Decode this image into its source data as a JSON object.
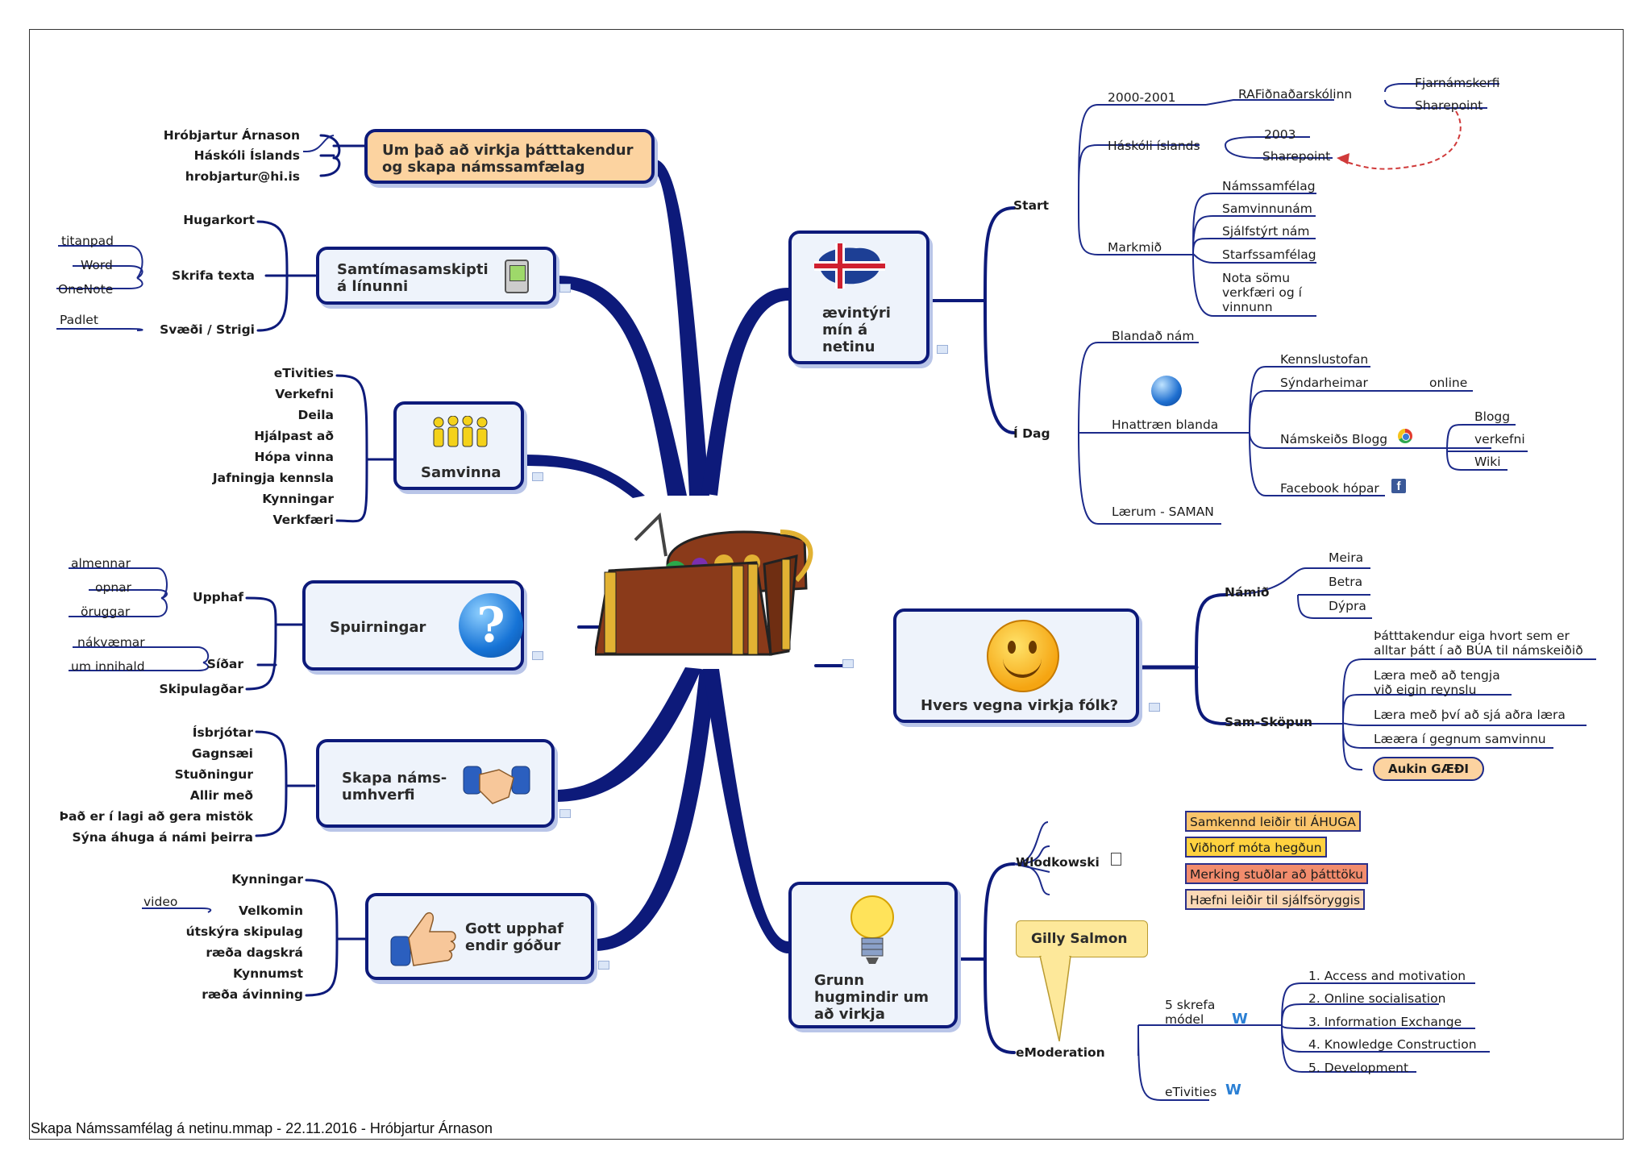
{
  "center": {
    "icon": "treasure-chest-icon"
  },
  "left": {
    "hrobjartur": {
      "title": "Um það að virkja þátttakendur\nog skapa námssamfælag",
      "items": [
        "Hróbjartur Árnason",
        "Háskóli Íslands",
        "hrobjartur@hi.is"
      ]
    },
    "samtima": {
      "title": "Samtímasamskipti\ná línunni",
      "icon": "pda-device-icon",
      "items": [
        "Hugarkort",
        "Skrifa texta",
        "Svæði / Strigi"
      ],
      "skrifa_sub": [
        "titanpad",
        "Word",
        "OneNote"
      ],
      "svaedi_sub": [
        "Padlet"
      ]
    },
    "samvinna": {
      "title": "Samvinna",
      "icon": "people-group-icon",
      "items": [
        "eTivities",
        "Verkefni",
        "Deila",
        "Hjálpast að",
        "Hópa vinna",
        "Jafningja kennsla",
        "Kynningar",
        "Verkfæri"
      ]
    },
    "spurningar": {
      "title": "Spuirningar",
      "icon": "question-mark-icon",
      "items": [
        "Upphaf",
        "Síðar",
        "Skipulagðar"
      ],
      "upphaf_sub": [
        "almennar",
        "opnar",
        "öruggar"
      ],
      "sidar_sub": [
        "nákvæmar",
        "um innihald"
      ]
    },
    "skapa": {
      "title": "Skapa náms-\numhverfi",
      "icon": "handshake-icon",
      "items": [
        "Ísbrjótar",
        "Gagnsæi",
        "Stuðningur",
        "Allir með",
        "Það er í lagi að gera mistök",
        "Sýna áhuga á námi þeirra"
      ]
    },
    "gott": {
      "title": "Gott upphaf\nendir góður",
      "icon": "thumbs-up-icon",
      "items": [
        "Kynningar",
        "Velkomin",
        "útskýra skipulag",
        "ræða dagskrá",
        "Kynnumst",
        "ræða ávinning"
      ],
      "velkomin_sub": [
        "video"
      ]
    }
  },
  "right": {
    "aevintyri": {
      "title": "ævintýri\nmín á\nnetinu",
      "icon": "iceland-flag-map-icon",
      "start": {
        "label": "Start",
        "y2000": "2000-2001",
        "rafidn": "RAFiðnaðarskólinn",
        "rafidn_sub": [
          "Fjarnámskerfi",
          "Sharepoint"
        ],
        "hi": "Háskóli íslands",
        "hi_sub": [
          "2003",
          "Sharepoint"
        ],
        "markmid": "Markmið",
        "markmid_sub": [
          "Námssamfélag",
          "Samvinnunám",
          "Sjálfstýrt nám",
          "Starfssamfélag",
          "Nota sömu\nverkfæri og  í\nvinnunn"
        ]
      },
      "idag": {
        "label": "Í Dag",
        "blandad": "Blandað nám",
        "hnattraen": "Hnattræn blanda",
        "hnattraen_sub": [
          "Kennslustofan",
          "Sýndarheimar",
          "Námskeiðs Blogg",
          "Facebook hópar"
        ],
        "online": "online",
        "blogg_sub": [
          "Blogg",
          "verkefni",
          "Wiki"
        ],
        "laerum": "Lærum - SAMAN"
      }
    },
    "hvers": {
      "title": "Hvers vegna virkja fólk?",
      "icon": "smiley-face-icon",
      "namid": "Námið",
      "namid_sub": [
        "Meira",
        "Betra",
        "Dýpra"
      ],
      "sam": "Sam-Sköpun",
      "sam_sub": [
        "Þátttakendur eiga hvort sem er\nalltar þátt í að BÚA til námskeiðið",
        "Læra með að tengja\nvið eigin reynslu",
        "Læra með því að sjá aðra læra",
        "Lææra í gegnum samvinnu"
      ],
      "aukin": "Aukin GÆÐI"
    },
    "grunn": {
      "title": "Grunn\nhugmindir um\nað virkja",
      "icon": "light-bulb-icon",
      "wlod": "Wlodkowski",
      "wlod_sub": [
        "Samkennd leiðir til ÁHUGA",
        "Viðhorf móta hegðun",
        "Merking stuðlar að þátttöku",
        "Hæfni leiðir til sjálfsöryggis"
      ],
      "gilly": "Gilly Salmon",
      "emod": "eModeration",
      "fimm": "5 skrefa\nmódel",
      "fimm_sub": [
        "1. Access and motivation",
        "2. Online socialisation",
        "3. Information Exchange",
        "4. Knowledge Construction",
        "5. Development"
      ],
      "etiv": "eTivities"
    }
  },
  "footer": "Skapa Námssamfélag á netinu.mmap - 22.11.2016 - Hróbjartur Árnason",
  "colors": {
    "branch": "#0d1a7a",
    "node_bg": "#eef3fb",
    "orange_node": "#fcd3a0",
    "box_orange": "#f9c46b",
    "box_yellow": "#ffd23f",
    "box_red": "#f28c6d",
    "box_peach": "#fbd8b5"
  }
}
